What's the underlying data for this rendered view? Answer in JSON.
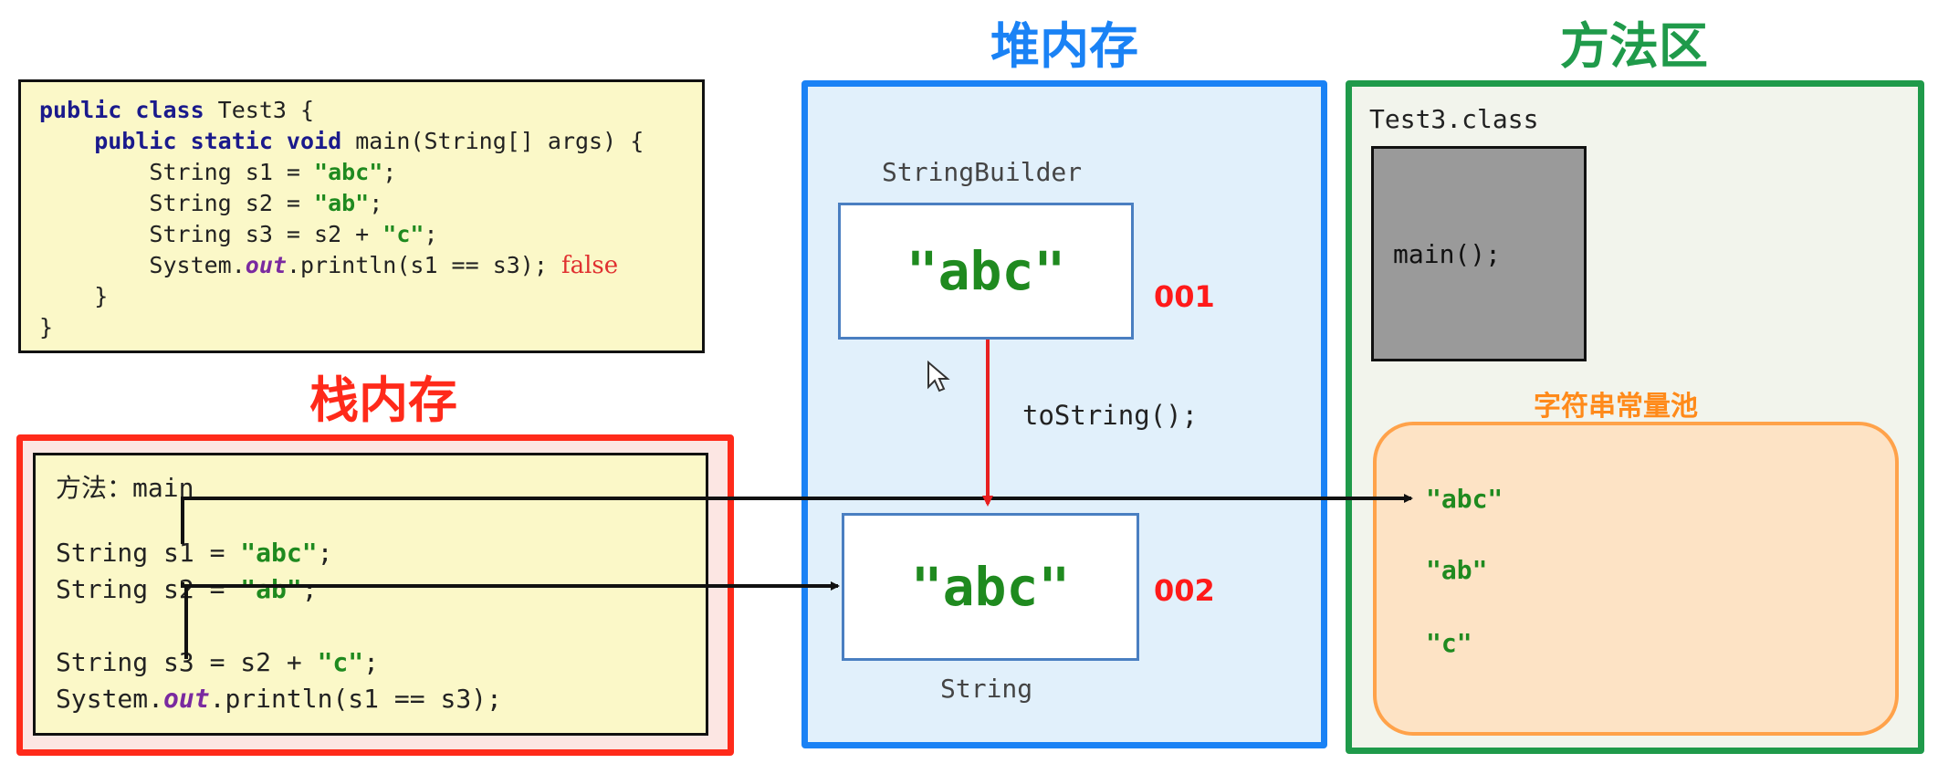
{
  "code": {
    "l1": [
      {
        "t": "public class ",
        "c": "kw"
      },
      {
        "t": "Test3 {",
        "c": "blk"
      }
    ],
    "l2": [
      {
        "t": "    public static void ",
        "c": "kw"
      },
      {
        "t": "main(String[] args) {",
        "c": "blk"
      }
    ],
    "l3": [
      {
        "t": "        String s1 = ",
        "c": "blk"
      },
      {
        "t": "\"abc\"",
        "c": "str"
      },
      {
        "t": ";",
        "c": "blk"
      }
    ],
    "l4": [
      {
        "t": "        String s2 = ",
        "c": "blk"
      },
      {
        "t": "\"ab\"",
        "c": "str"
      },
      {
        "t": ";",
        "c": "blk"
      }
    ],
    "l5": [
      {
        "t": "        String s3 = s2 + ",
        "c": "blk"
      },
      {
        "t": "\"c\"",
        "c": "str"
      },
      {
        "t": ";",
        "c": "blk"
      }
    ],
    "l6": [
      {
        "t": "        System.",
        "c": "blk"
      },
      {
        "t": "out",
        "c": "ital"
      },
      {
        "t": ".println(s1 == s3);",
        "c": "blk"
      }
    ],
    "l7": [
      {
        "t": "    }",
        "c": "blk"
      }
    ],
    "l8": [
      {
        "t": "}",
        "c": "blk"
      }
    ],
    "false_note": "false"
  },
  "titles": {
    "stack": "栈内存",
    "heap": "堆内存",
    "method_area": "方法区"
  },
  "stack": {
    "method_label": "方法：main",
    "s1": [
      {
        "t": "String s1 = ",
        "c": "blk"
      },
      {
        "t": "\"abc\"",
        "c": "str"
      },
      {
        "t": ";",
        "c": "blk"
      }
    ],
    "s2": [
      {
        "t": "String s2 = ",
        "c": "blk"
      },
      {
        "t": "\"ab\"",
        "c": "str"
      },
      {
        "t": ";",
        "c": "blk"
      }
    ],
    "s3": [
      {
        "t": "String s3 = s2 + ",
        "c": "blk"
      },
      {
        "t": "\"c\"",
        "c": "str"
      },
      {
        "t": ";",
        "c": "blk"
      }
    ],
    "println": [
      {
        "t": "System.",
        "c": "blk"
      },
      {
        "t": "out",
        "c": "ital"
      },
      {
        "t": ".println(s1 == s3);",
        "c": "blk"
      }
    ]
  },
  "heap": {
    "builder_label": "StringBuilder",
    "builder_value": "\"abc\"",
    "builder_addr": "001",
    "to_string": "toString();",
    "string_value": "\"abc\"",
    "string_addr": "002",
    "string_label": "String"
  },
  "method_area": {
    "class_label": "Test3.class",
    "main_call": "main();",
    "pool_title": "字符串常量池",
    "pool_items": [
      "\"abc\"",
      "\"ab\"",
      "\"c\""
    ]
  },
  "colors": {
    "stack_border": "#ff2a1a",
    "heap_border": "#1a82f5",
    "method_border": "#1f9a4a",
    "string_literal": "#1f8a1f",
    "address": "#ff1a1a",
    "pool_border": "#ffa24a",
    "pool_title": "#ff8a1a"
  }
}
